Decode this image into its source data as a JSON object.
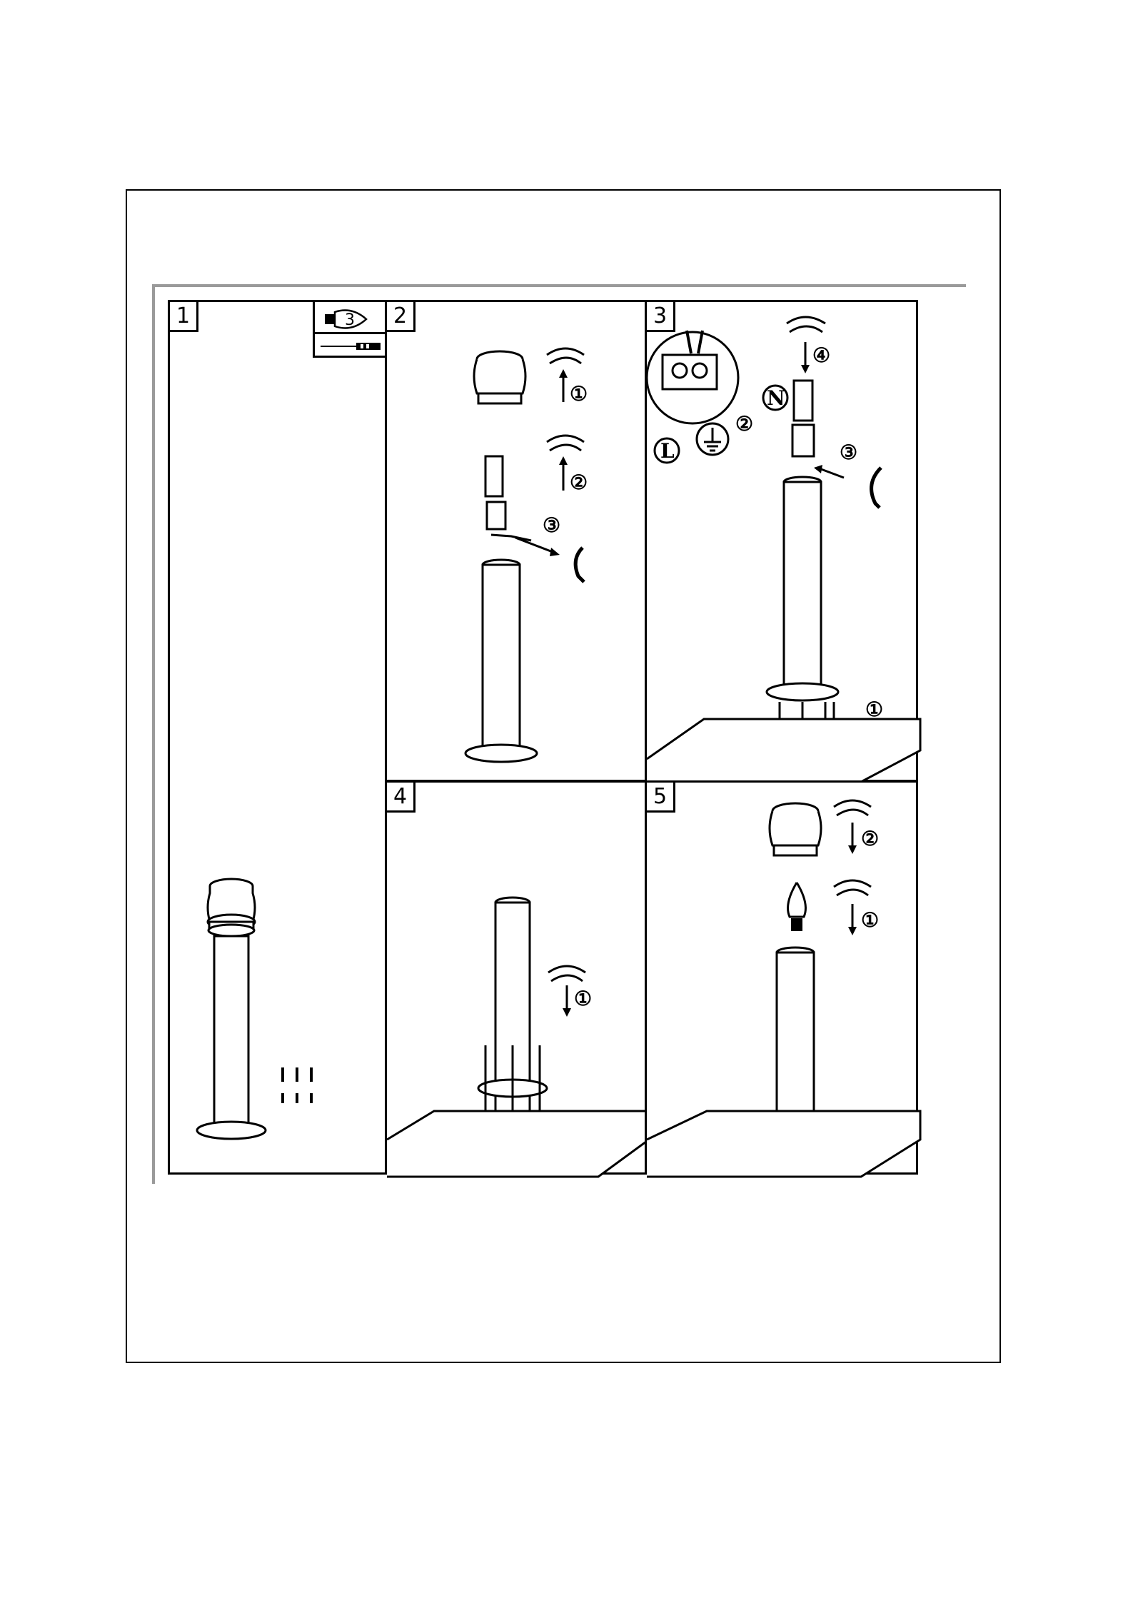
{
  "panels": [
    {
      "step": "1"
    },
    {
      "step": "2",
      "markers": [
        "①",
        "②",
        "③"
      ]
    },
    {
      "step": "3",
      "markers": [
        "①",
        "②",
        "③",
        "④"
      ],
      "wire_labels": {
        "line": "L",
        "neutral": "N"
      }
    },
    {
      "step": "4",
      "markers": [
        "①"
      ]
    },
    {
      "step": "5",
      "markers": [
        "①",
        "②"
      ]
    }
  ],
  "icons": [
    "bulb-icon",
    "screwdriver-icon",
    "earth-ground-icon"
  ]
}
